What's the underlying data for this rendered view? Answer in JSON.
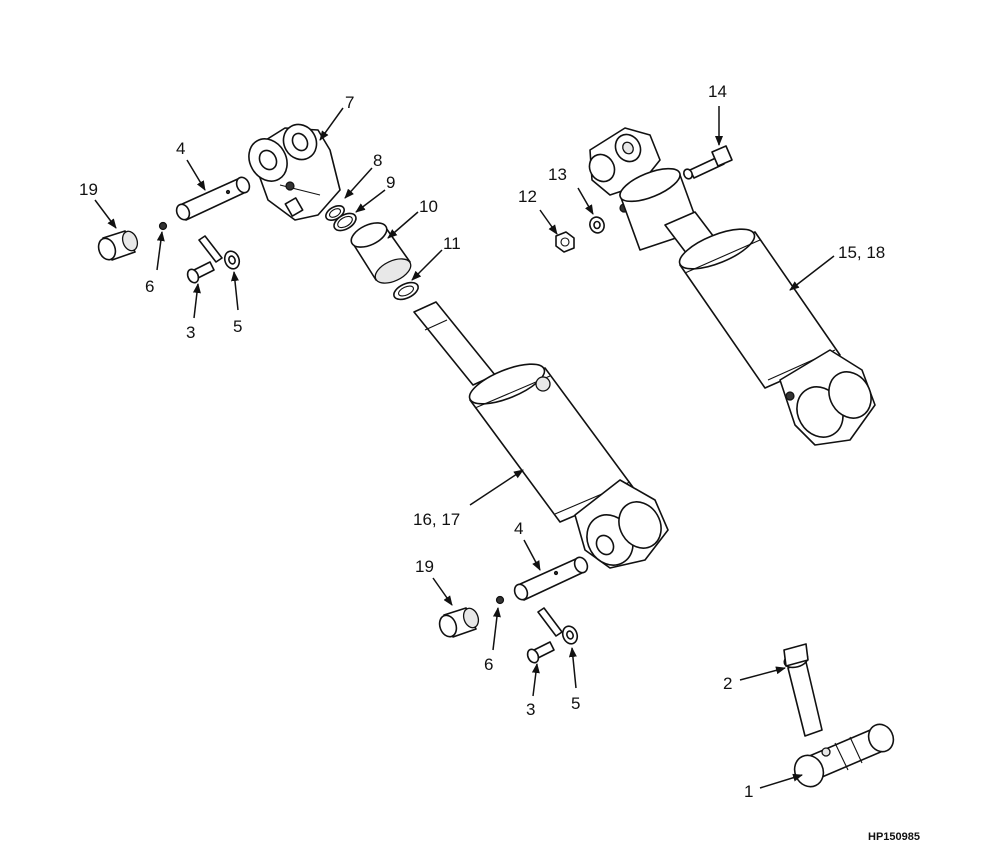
{
  "callouts": [
    {
      "id": "c7",
      "text": "7"
    },
    {
      "id": "c4a",
      "text": "4"
    },
    {
      "id": "c19a",
      "text": "19"
    },
    {
      "id": "c8",
      "text": "8"
    },
    {
      "id": "c9",
      "text": "9"
    },
    {
      "id": "c10",
      "text": "10"
    },
    {
      "id": "c11",
      "text": "11"
    },
    {
      "id": "c6a",
      "text": "6"
    },
    {
      "id": "c3a",
      "text": "3"
    },
    {
      "id": "c5a",
      "text": "5"
    },
    {
      "id": "c14",
      "text": "14"
    },
    {
      "id": "c13",
      "text": "13"
    },
    {
      "id": "c12",
      "text": "12"
    },
    {
      "id": "c1518",
      "text": "15, 18"
    },
    {
      "id": "c1617",
      "text": "16, 17"
    },
    {
      "id": "c4b",
      "text": "4"
    },
    {
      "id": "c19b",
      "text": "19"
    },
    {
      "id": "c6b",
      "text": "6"
    },
    {
      "id": "c3b",
      "text": "3"
    },
    {
      "id": "c5b",
      "text": "5"
    },
    {
      "id": "c2",
      "text": "2"
    },
    {
      "id": "c1",
      "text": "1"
    }
  ],
  "figure_ref": "HP150985",
  "colors": {
    "line": "#111111",
    "background": "#ffffff"
  }
}
